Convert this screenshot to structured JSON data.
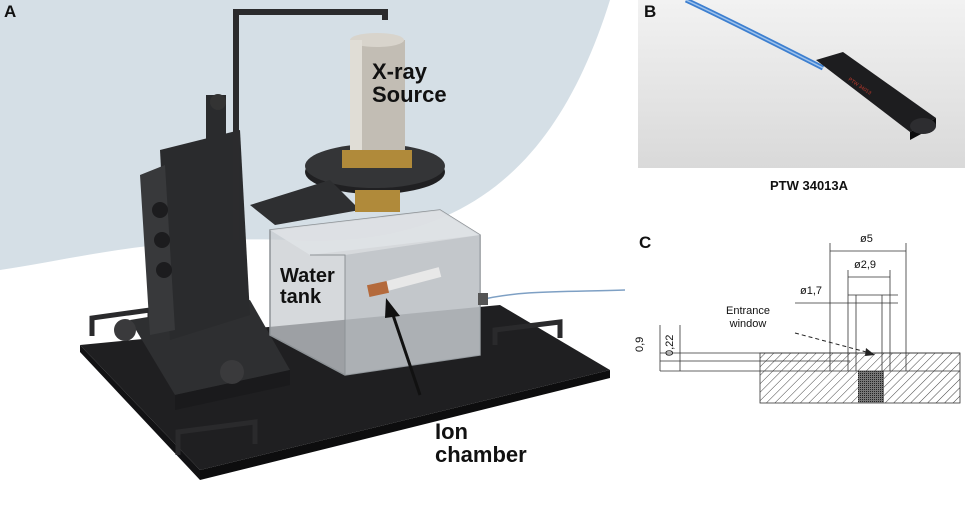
{
  "panel_a": {
    "letter": "A",
    "labels": {
      "xray_source": [
        "X-ray",
        "Source"
      ],
      "water_tank": [
        "Water",
        "tank"
      ],
      "ion_chamber": [
        "Ion",
        "chamber"
      ]
    }
  },
  "panel_b": {
    "letter": "B",
    "caption": "PTW 34013A"
  },
  "panel_c": {
    "letter": "C",
    "entrance_window": [
      "Entrance",
      "window"
    ],
    "dimensions": {
      "d5": "ø5",
      "d2_9": "ø2,9",
      "d1_7": "ø1,7",
      "h0_9": "0,9",
      "h0_22": "0,22"
    }
  },
  "colors": {
    "background_arc": "#d5dfe6",
    "cable_blue": "#3d7fd0",
    "brass": "#b08a3a"
  }
}
